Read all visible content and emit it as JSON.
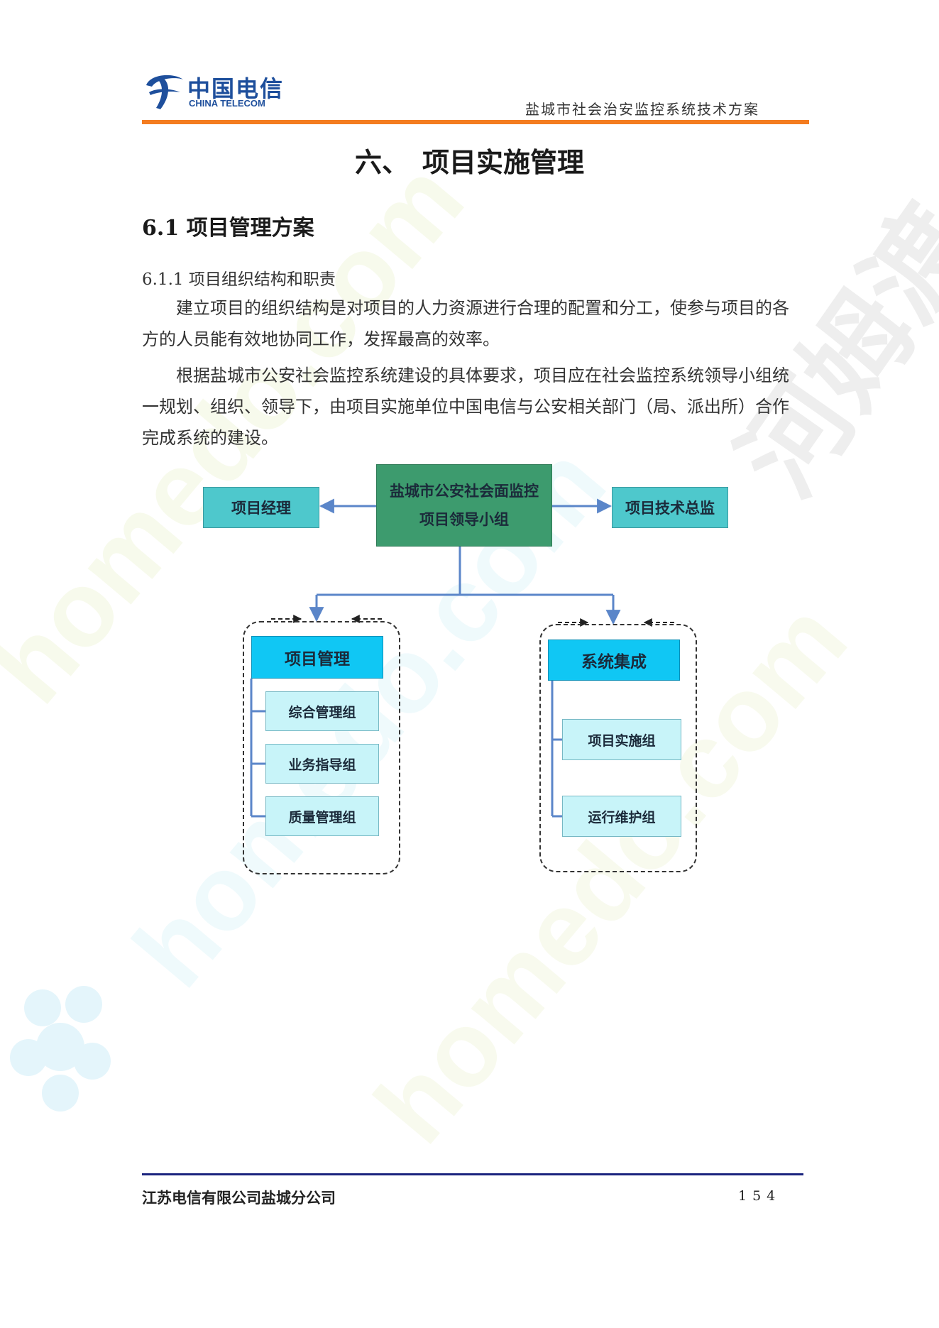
{
  "header": {
    "logo_cn": "中国电信",
    "logo_en": "CHINA TELECOM",
    "doc_title": "盐城市社会治安监控系统技术方案",
    "rule_color": "#f47c20"
  },
  "chapter_title": "六、　项目实施管理",
  "section_title": "6.1 项目管理方案",
  "subsection_title": "6.1.1 项目组织结构和职责",
  "paragraphs": [
    "建立项目的组织结构是对项目的人力资源进行合理的配置和分工，使参与项目的各方的人员能有效地协同工作，发挥最高的效率。",
    "根据盐城市公安社会监控系统建设的具体要求，项目应在社会监控系统领导小组统一规划、组织、领导下，由项目实施单位中国电信与公安相关部门（局、派出所）合作完成系统的建设。"
  ],
  "diagram": {
    "center": {
      "line1": "盐城市公安社会面监控",
      "line2": "项目领导小组",
      "color": "#3d9b6e"
    },
    "left_node": "项目经理",
    "right_node": "项目技术总监",
    "side_color": "#4ec8cc",
    "groups": [
      {
        "title": "项目管理",
        "items": [
          "综合管理组",
          "业务指导组",
          "质量管理组"
        ]
      },
      {
        "title": "系统集成",
        "items": [
          "项目实施组",
          "运行维护组"
        ]
      }
    ],
    "head_color": "#10c7f4",
    "item_color": "#c8f4f9",
    "connector_color": "#5b86c9"
  },
  "footer": {
    "company": "江苏电信有限公司盐城分公司",
    "page": "154",
    "rule_color": "#1a237e"
  },
  "watermark": {
    "text": "homedo.com",
    "brand": "河姆渡"
  }
}
